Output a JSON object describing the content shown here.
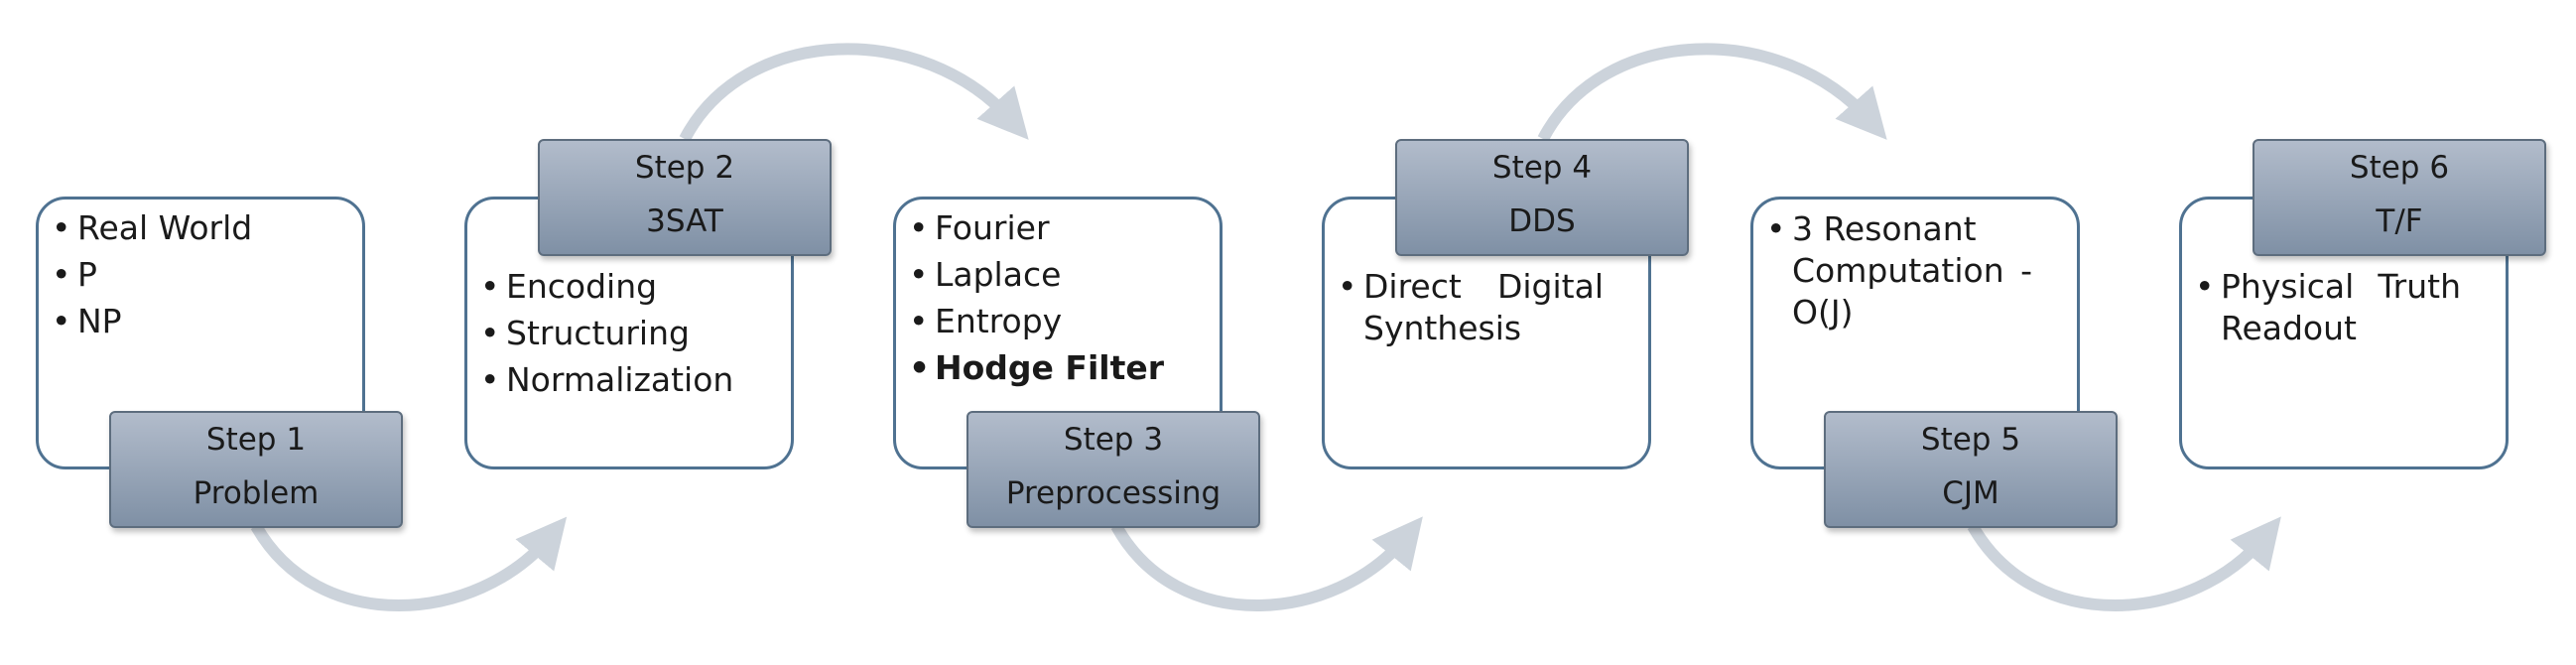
{
  "steps": [
    {
      "step": "Step 1",
      "name": "Problem",
      "items": [
        "Real World",
        "P",
        "NP"
      ]
    },
    {
      "step": "Step 2",
      "name": "3SAT",
      "items": [
        "Encoding",
        "Structuring",
        "Normalization"
      ]
    },
    {
      "step": "Step 3",
      "name": "Preprocessing",
      "items": [
        "Fourier",
        "Laplace",
        "Entropy",
        "Hodge Filter"
      ]
    },
    {
      "step": "Step 4",
      "name": "DDS",
      "items": [
        {
          "line1": "Direct Digital",
          "line2": "Synthesis"
        }
      ]
    },
    {
      "step": "Step 5",
      "name": "CJM",
      "items": [
        {
          "line1": "3 Resonant",
          "line2": "Computation -",
          "line3": "O(J)"
        }
      ]
    },
    {
      "step": "Step 6",
      "name": "T/F",
      "items": [
        {
          "line1": "Physical Truth",
          "line2": "Readout"
        }
      ]
    }
  ],
  "emphasis": {
    "bold_item": "Hodge Filter"
  },
  "colors": {
    "box_border": "#4f7291",
    "label_fill_top": "#b2bccb",
    "label_fill_bottom": "#7f90a5",
    "arrow": "#ccd3db"
  }
}
